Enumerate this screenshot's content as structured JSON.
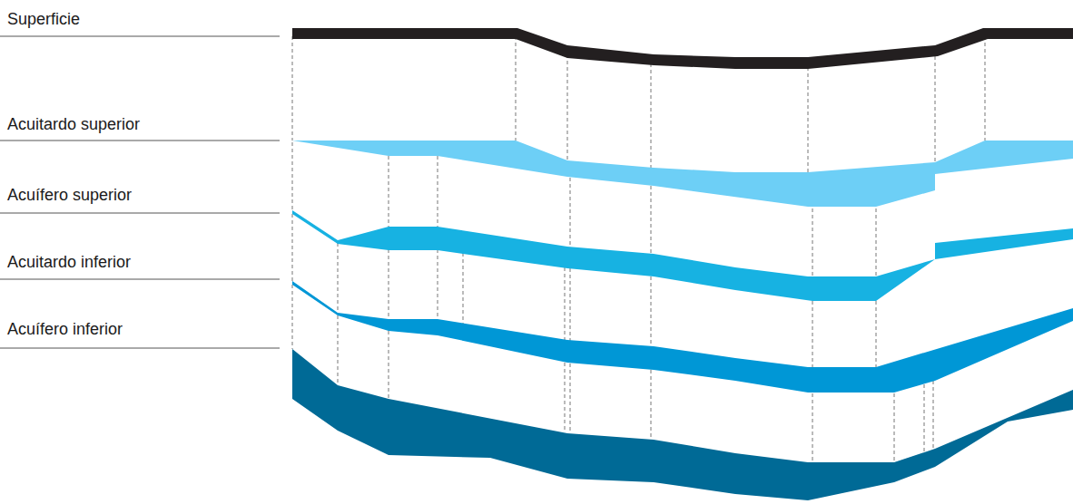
{
  "diagram": {
    "labels": [
      "Superficie",
      "Acuitardo superior",
      "Acuífero superior",
      "Acuitardo inferior",
      "Acuífero inferior"
    ]
  }
}
